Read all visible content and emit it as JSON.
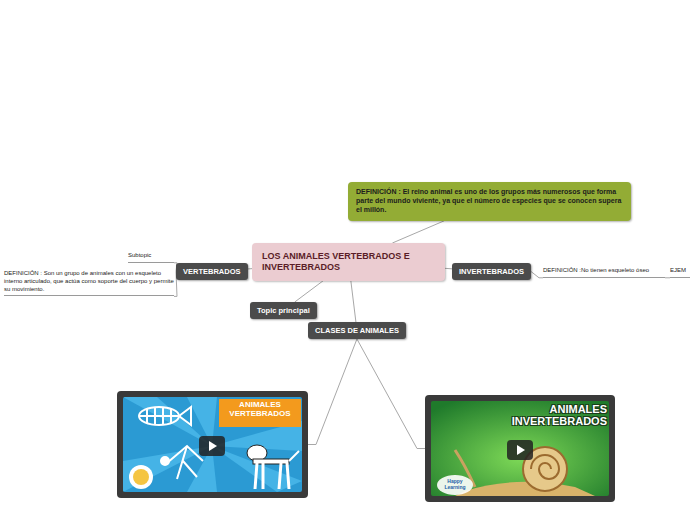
{
  "diagram": {
    "nodes": [
      {
        "text": [
          "DEFINICIÓN : El reino animal es uno de los grupos más numerosos que forma parte del mundo viviente, ya que el número de especies que se conocen supera el millón."
        ]
      },
      {
        "text": [
          "LOS ANIMALES VERTEBRADOS E INVERTEBRADOS"
        ]
      },
      {
        "text": [
          "Subtopic"
        ]
      },
      {
        "text": [
          "VERTEBRADOS"
        ]
      },
      {
        "text": [
          "DEFINICIÓN : Son un grupo de animales con un esqueleto interno articulado, que actúa como soporte del cuerpo y permite su movimiento."
        ]
      },
      {
        "text": [
          "INVERTEBRADOS"
        ]
      },
      {
        "text": [
          "DEFINICIÓN :No tienen esqueleto óseo"
        ]
      },
      {
        "text": [
          "EJEM"
        ]
      },
      {
        "text": [
          "Topic principal"
        ]
      },
      {
        "text": [
          "CLASES DE ANIMALES"
        ]
      },
      {
        "text": [
          "ANIMALES VERTEBRADOS"
        ]
      },
      {
        "text": [
          "ANIMALES INVERTEBRADOS",
          "Happy Learning"
        ]
      }
    ],
    "edges": [
      {
        "from": 1,
        "to": 0,
        "arrow": "none"
      },
      {
        "from": 1,
        "to": 3,
        "arrow": "none"
      },
      {
        "from": 1,
        "to": 5,
        "arrow": "none"
      },
      {
        "from": 1,
        "to": 8,
        "arrow": "none"
      },
      {
        "from": 1,
        "to": 9,
        "arrow": "none"
      },
      {
        "from": 3,
        "to": 2,
        "arrow": "none"
      },
      {
        "from": 3,
        "to": 4,
        "arrow": "none"
      },
      {
        "from": 5,
        "to": 6,
        "arrow": "none"
      },
      {
        "from": 6,
        "to": 7,
        "arrow": "none"
      },
      {
        "from": 9,
        "to": 10,
        "arrow": "none"
      },
      {
        "from": 9,
        "to": 11,
        "arrow": "none"
      }
    ]
  }
}
